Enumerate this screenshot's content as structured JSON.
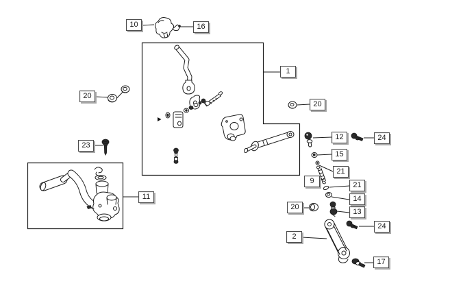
{
  "diagram": {
    "colors": {
      "background": "#ffffff",
      "line": "#1c1c1c",
      "callout_fill": "#ffffff",
      "callout_border": "#4d4d4d",
      "callout_shadow": "#a9a9a9",
      "part_dark": "#2b2b2b"
    },
    "callouts": [
      {
        "id": "callout-10",
        "label": "10"
      },
      {
        "id": "callout-16",
        "label": "16"
      },
      {
        "id": "callout-1",
        "label": "1"
      },
      {
        "id": "callout-20-left",
        "label": "20"
      },
      {
        "id": "callout-20-right",
        "label": "20"
      },
      {
        "id": "callout-12",
        "label": "12"
      },
      {
        "id": "callout-24-top",
        "label": "24"
      },
      {
        "id": "callout-23",
        "label": "23"
      },
      {
        "id": "callout-15",
        "label": "15"
      },
      {
        "id": "callout-21-upper",
        "label": "21"
      },
      {
        "id": "callout-9",
        "label": "9"
      },
      {
        "id": "callout-21-lower",
        "label": "21"
      },
      {
        "id": "callout-14",
        "label": "14"
      },
      {
        "id": "callout-13",
        "label": "13"
      },
      {
        "id": "callout-20-bottom",
        "label": "20"
      },
      {
        "id": "callout-11",
        "label": "11"
      },
      {
        "id": "callout-24-bottom",
        "label": "24"
      },
      {
        "id": "callout-2",
        "label": "2"
      },
      {
        "id": "callout-17",
        "label": "17"
      }
    ]
  }
}
